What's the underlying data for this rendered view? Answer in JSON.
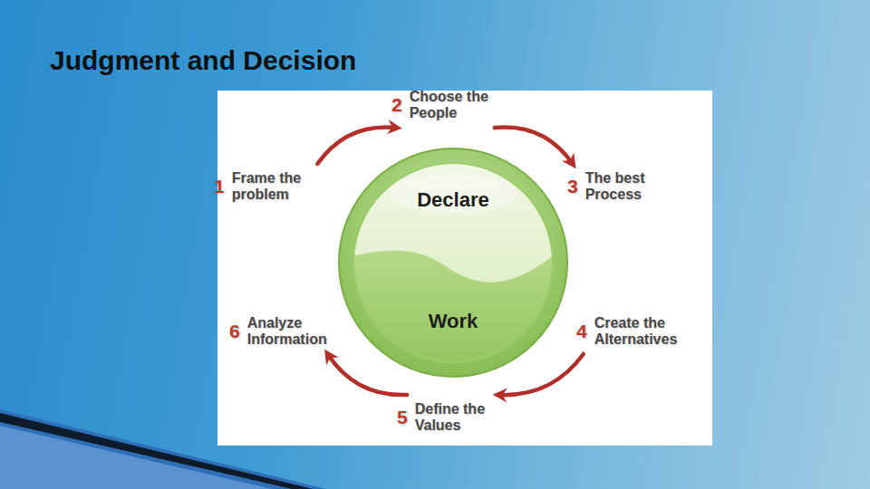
{
  "diagram": {
    "title": "Judgment and Decision",
    "nodes": [
      {
        "text": [
          "1",
          "Frame the problem"
        ]
      },
      {
        "text": [
          "2",
          "Choose the People"
        ]
      },
      {
        "text": [
          "3",
          "The best Process"
        ]
      },
      {
        "text": [
          "4",
          "Create the Alternatives"
        ]
      },
      {
        "text": [
          "5",
          "Define the Values"
        ]
      },
      {
        "text": [
          "6",
          "Analyze Information"
        ]
      },
      {
        "text": [
          "Declare",
          "Work"
        ]
      }
    ],
    "edges": [
      {
        "from": 0,
        "to": 1,
        "arrow": "to"
      },
      {
        "from": 1,
        "to": 2,
        "arrow": "to"
      },
      {
        "from": 3,
        "to": 4,
        "arrow": "to"
      },
      {
        "from": 4,
        "to": 5,
        "arrow": "to"
      }
    ]
  }
}
